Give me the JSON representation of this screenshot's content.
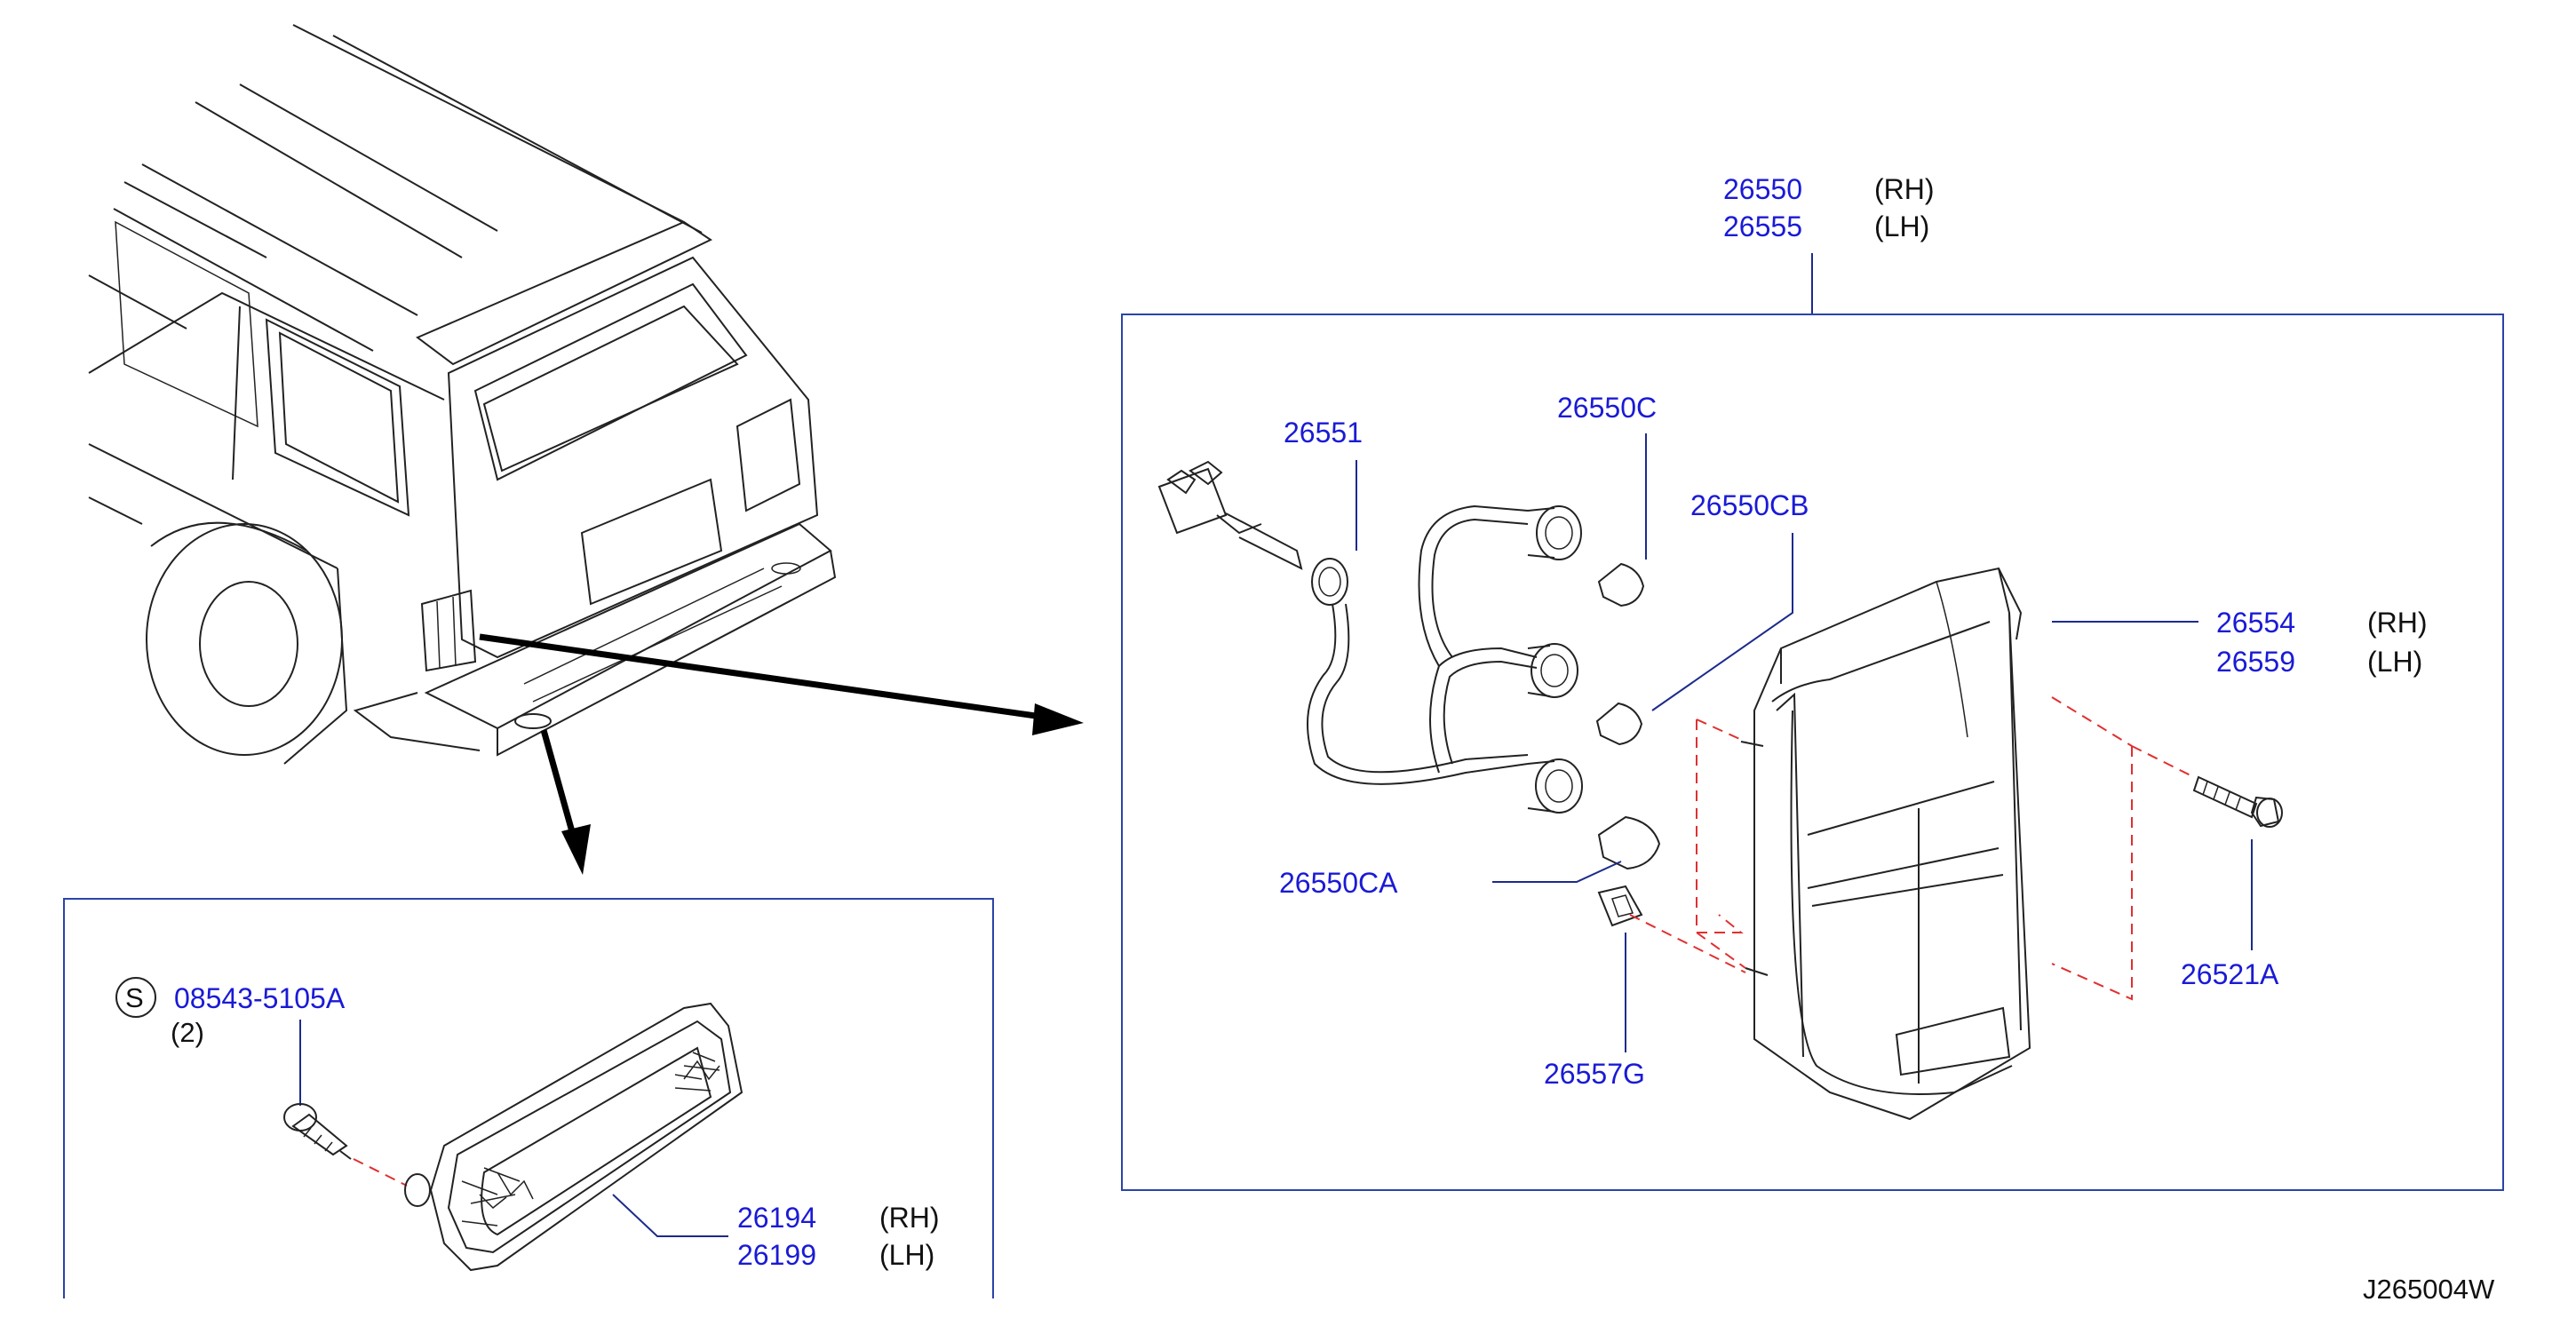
{
  "main_assembly": {
    "part_rh": "26550",
    "side_rh": "(RH)",
    "part_lh": "26555",
    "side_lh": "(LH)"
  },
  "callouts": {
    "harness": "26551",
    "bulb_c": "26550C",
    "bulb_cb": "26550CB",
    "bulb_ca": "26550CA",
    "clip": "26557G",
    "lens_rh": "26554",
    "lens_rh_side": "(RH)",
    "lens_lh": "26559",
    "lens_lh_side": "(LH)",
    "bolt": "26521A"
  },
  "lower_box": {
    "screw_symbol": "S",
    "screw_part": "08543-5105A",
    "screw_qty": "(2)",
    "lamp_rh": "26194",
    "lamp_rh_side": "(RH)",
    "lamp_lh": "26199",
    "lamp_lh_side": "(LH)"
  },
  "diagram_code": "J265004W",
  "colors": {
    "part_number": "#1a1ad6",
    "box_border": "#2b44a8",
    "dashed_guide": "#e03030"
  }
}
